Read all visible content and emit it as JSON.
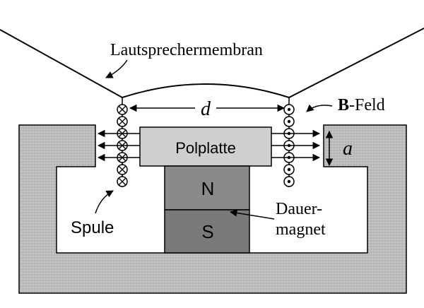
{
  "labels": {
    "membrane": "Lautsprechermembran",
    "distance": "d",
    "field_bold": "B",
    "field_rest": "-Feld",
    "gap": "a",
    "pole_plate": "Polplatte",
    "north": "N",
    "south": "S",
    "coil": "Spule",
    "magnet_line1": "Dauer-",
    "magnet_line2": "magnet"
  },
  "colors": {
    "housing": "#bdbdbd",
    "pole_plate": "#cfcfcf",
    "magnet": "#8a8a8a",
    "ink": "#000000"
  },
  "icons": {
    "coil_left": "current-into-page-icon",
    "coil_right": "current-out-of-page-icon",
    "field_lines": "arrow-icon"
  }
}
